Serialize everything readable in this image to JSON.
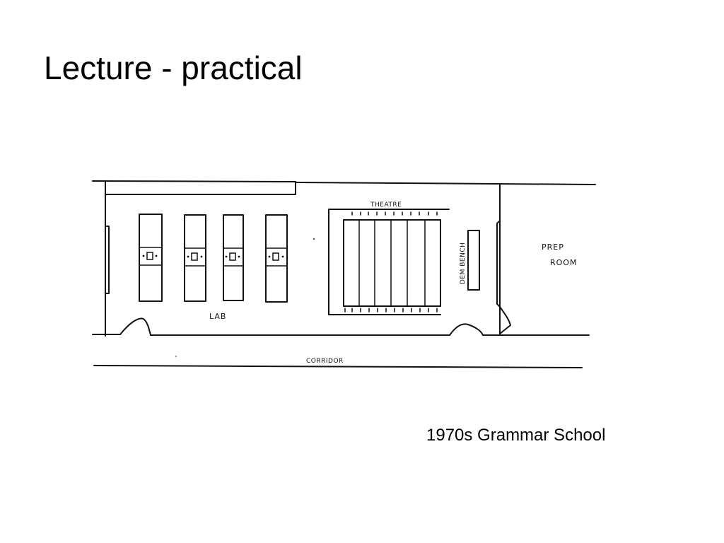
{
  "slide": {
    "title": "Lecture - practical",
    "caption": "1970s Grammar School"
  },
  "diagram": {
    "type": "floor-plan-sketch",
    "labels": {
      "lab": "LAB",
      "theatre": "THEATRE",
      "dem_bench": "DEM BENCH",
      "prep_line1": "PREP",
      "prep_line2": "ROOM",
      "corridor": "CORRIDOR"
    },
    "lab_bench_count": 4,
    "theatre_bench_rows": 6
  }
}
